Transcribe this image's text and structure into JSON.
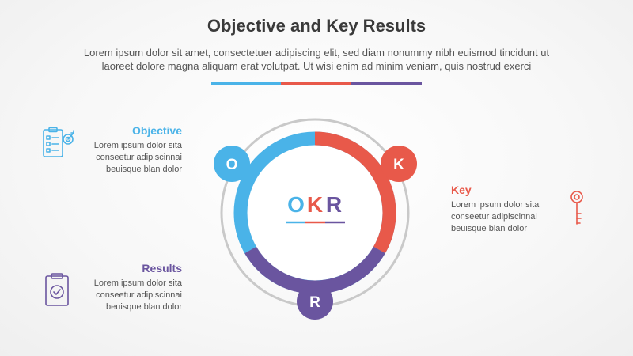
{
  "header": {
    "title": "Objective and Key Results",
    "intro_line1": "Lorem ipsum dolor sit amet, consectetuer adipiscing elit, sed diam nonummy nibh euismod tincidunt ut",
    "intro_line2": "laoreet dolore magna aliquam erat volutpat. Ut wisi enim ad minim veniam, quis nostrud exerci"
  },
  "colors": {
    "blue": "#4ab3e8",
    "red": "#e8594a",
    "purple": "#6a559f",
    "ring": "#c9c9c9"
  },
  "center": {
    "label_o": "O",
    "label_k": "K",
    "label_r": "R"
  },
  "badges": {
    "o": "O",
    "k": "K",
    "r": "R"
  },
  "items": {
    "objective": {
      "title": "Objective",
      "line1": "Lorem ipsum dolor sita",
      "line2": "conseetur adipiscinnai",
      "line3": "beuisque blan dolor",
      "icon": "checklist-target-icon"
    },
    "key": {
      "title": "Key",
      "line1": "Lorem ipsum dolor sita",
      "line2": "conseetur adipiscinnai",
      "line3": "beuisque blan dolor",
      "icon": "key-icon"
    },
    "results": {
      "title": "Results",
      "line1": "Lorem ipsum dolor sita",
      "line2": "conseetur adipiscinnai",
      "line3": "beuisque blan dolor",
      "icon": "clipboard-check-icon"
    }
  }
}
